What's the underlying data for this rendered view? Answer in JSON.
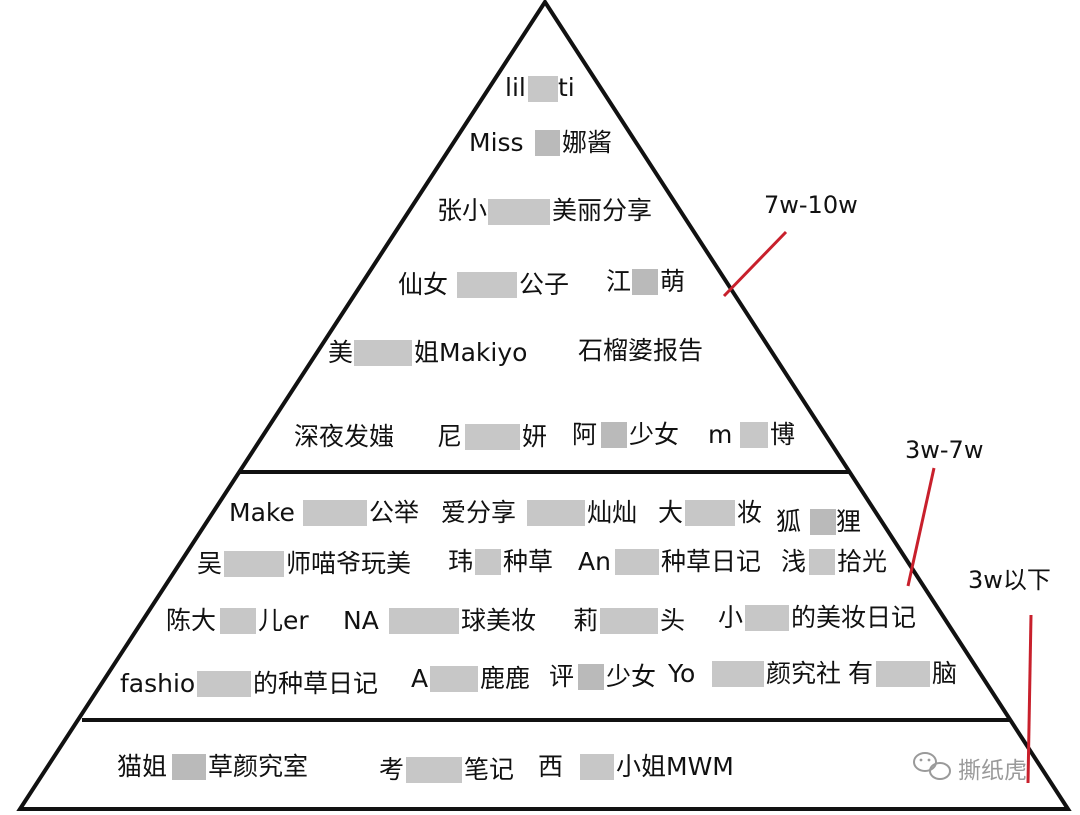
{
  "tiers": {
    "top": {
      "range_label": "7w-10w",
      "rows": [
        [
          "lil",
          "ti"
        ],
        [
          "Miss",
          "娜酱"
        ],
        [
          "张小",
          "美丽分享"
        ],
        [
          "仙女",
          "公子",
          "江",
          "萌"
        ],
        [
          "美",
          "姐Makiyo",
          "石榴婆报告"
        ],
        [
          "深夜发媸",
          "尼",
          "妍",
          "阿",
          "少女",
          "m",
          "博"
        ]
      ]
    },
    "middle": {
      "range_label": "3w-7w",
      "rows": [
        [
          "Make",
          "公举",
          "爱分享",
          "灿灿",
          "大",
          "妆",
          "狐",
          "狸"
        ],
        [
          "吴",
          "师喵爷玩美",
          "玮",
          "种草",
          "An",
          "种草日记",
          "浅",
          "拾光"
        ],
        [
          "陈大",
          "儿er",
          "NA",
          "球美妆",
          "莉",
          "头",
          "小",
          "的美妆日记"
        ],
        [
          "fashio",
          "的种草日记",
          "A",
          "鹿鹿",
          "评",
          "少女",
          "Yo",
          "颜究社",
          "有",
          "脑"
        ]
      ]
    },
    "bottom": {
      "range_label": "3w以下",
      "rows": [
        [
          "猫姐",
          "草颜究室",
          "考",
          "笔记",
          "西",
          "小姐MWM"
        ]
      ]
    }
  },
  "watermark": {
    "text": "撕纸虎",
    "icon": "wechat-icon"
  },
  "colors": {
    "outline": "#111111",
    "pointer": "#c8202c",
    "text": "#111111",
    "watermark": "#9a9a9a",
    "blur": "#bdbdbd"
  }
}
